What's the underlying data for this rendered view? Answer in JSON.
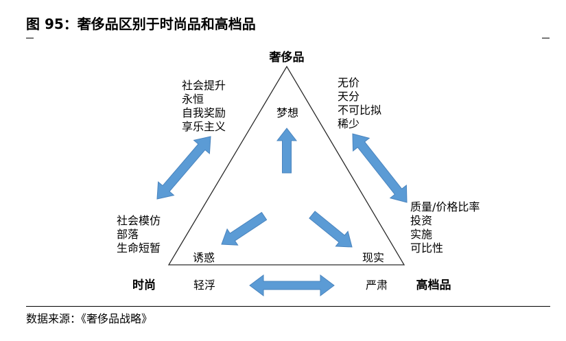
{
  "figure": {
    "title": "图 95：奢侈品区别于时尚品和高档品",
    "source": "数据来源：《奢侈品战略》"
  },
  "diagram": {
    "vertices": {
      "top": "奢侈品",
      "left": "时尚",
      "right": "高档品"
    },
    "inner": {
      "top": "梦想",
      "left": "诱惑",
      "right": "现实"
    },
    "base_labels": {
      "left": "轻浮",
      "right": "严肃"
    },
    "side_lists": {
      "upper_left": [
        "社会提升",
        "永恒",
        "自我奖励",
        "享乐主义"
      ],
      "lower_left": [
        "社会模仿",
        "部落",
        "生命短暂"
      ],
      "upper_right": [
        "无价",
        "天分",
        "不可比拟",
        "稀少"
      ],
      "lower_right": [
        "质量/价格比率",
        "投资",
        "实施",
        "可比性"
      ]
    }
  },
  "colors": {
    "arrow_fill": "#5B9BD5",
    "arrow_stroke": "#4A84BE",
    "line": "#2A2A2A"
  }
}
